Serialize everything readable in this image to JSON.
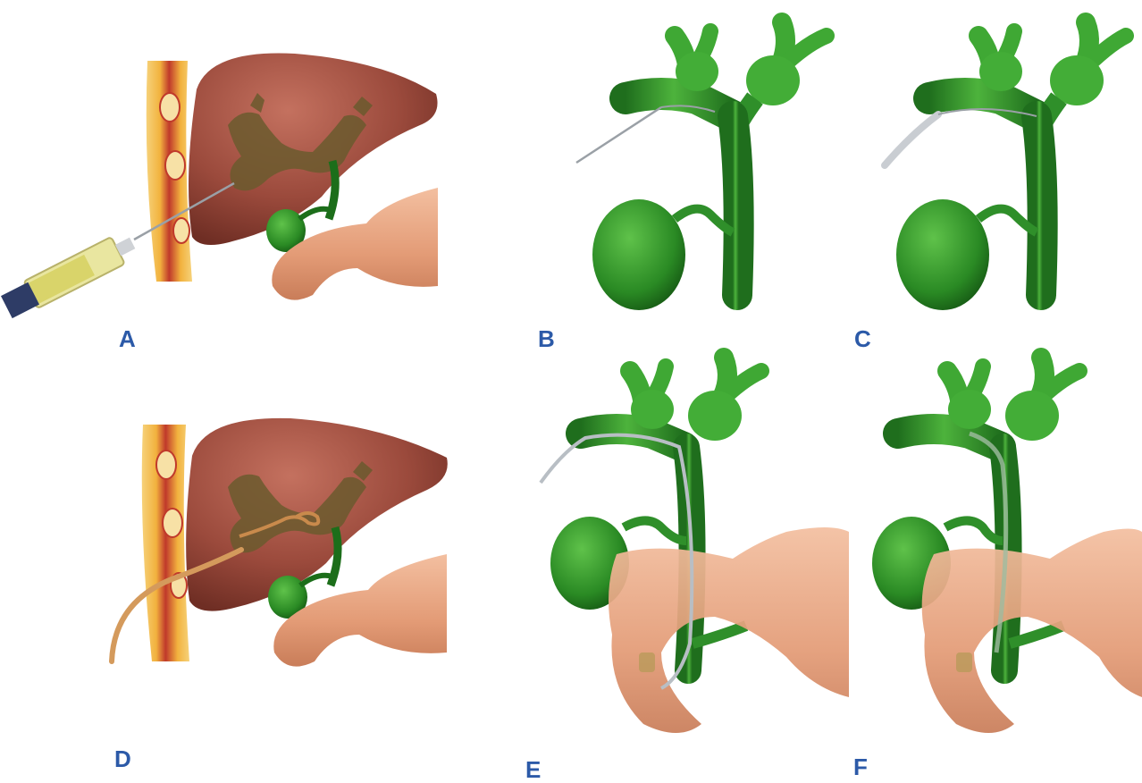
{
  "panels": {
    "a": {
      "label": "A"
    },
    "b": {
      "label": "B"
    },
    "c": {
      "label": "C"
    },
    "d": {
      "label": "D"
    },
    "e": {
      "label": "E"
    },
    "f": {
      "label": "F"
    }
  },
  "colors": {
    "liver": "#9b4a3c",
    "bile_tree_inside_liver": "#6b5a2e",
    "bile_duct": "#2f8f2a",
    "bile_duct_light": "#5dc04c",
    "duodenum": "#e7a37f",
    "body_wall_red": "#c0392b",
    "body_wall_fat": "#f2c14e",
    "syringe_fluid": "#d9d46a",
    "drain_tube": "#d49a5c",
    "wire": "#9aa0a6",
    "label_blue": "#2c5aa8"
  }
}
